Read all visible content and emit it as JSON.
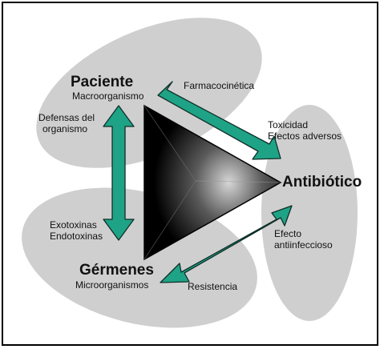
{
  "nodes": {
    "paciente": {
      "title": "Paciente",
      "subtitle": "Macroorganismo"
    },
    "germenes": {
      "title": "Gérmenes",
      "subtitle": "Microorganismos"
    },
    "antibiotico": {
      "title": "Antibiótico"
    }
  },
  "relations": {
    "defensas": [
      "Defensas del",
      "organismo"
    ],
    "farmacocinetica": "Farmacocinética",
    "toxicidad": [
      "Toxicidad",
      "Efectos adversos"
    ],
    "exotoxinas": [
      "Exotoxinas",
      "Endotoxinas"
    ],
    "efecto": [
      "Efecto",
      "antiinfeccioso"
    ],
    "resistencia": "Resistencia"
  },
  "colors": {
    "ellipse": "#cfcfcf",
    "arrow": "#1fa386",
    "arrow_outline": "#0f2f28",
    "triangle_dark": "#000000",
    "triangle_light": "#d6d6d6"
  }
}
